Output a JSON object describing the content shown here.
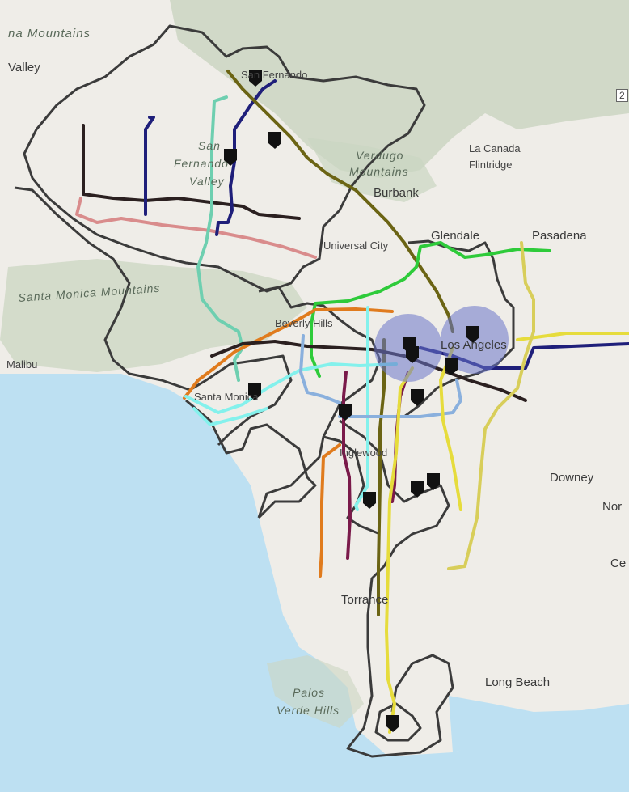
{
  "map": {
    "labels": {
      "mountains_nw": "na Mountains",
      "valley": "Valley",
      "san_fernando_city": "San Fernando",
      "san_fernando_valley_1": "San",
      "san_fernando_valley_2": "Fernando",
      "san_fernando_valley_3": "Valley",
      "verdugo_1": "Verdugo",
      "verdugo_2": "Mountains",
      "burbank": "Burbank",
      "la_canada_1": "La Canada",
      "la_canada_2": "Flintridge",
      "glendale": "Glendale",
      "pasadena": "Pasadena",
      "universal_city": "Universal City",
      "santa_monica_mtns": "Santa Monica Mountains",
      "beverly_hills": "Beverly Hills",
      "los_angeles": "Los Angeles",
      "malibu": "Malibu",
      "santa_monica": "Santa Monica",
      "inglewood": "Inglewood",
      "downey": "Downey",
      "norwalk_partial": "Nor",
      "cerritos_partial": "Ce",
      "torrance": "Torrance",
      "long_beach": "Long Beach",
      "palos_verdes_1": "Palos",
      "palos_verdes_2": "Verde Hills",
      "highway_shield": "2"
    },
    "colors": {
      "ocean": "#bde0f2",
      "land": "#efede8",
      "mountain": "#cbd5c2",
      "boundary": "#3b3b3b",
      "route_navy": "#1f1f7a",
      "route_black": "#2b2020",
      "route_rose": "#d98c8c",
      "route_teal": "#6ecfb0",
      "route_olive": "#6b6414",
      "route_green": "#2ecb3a",
      "route_orange": "#e07b1d",
      "route_lightblue": "#8ab0dd",
      "route_cyan": "#84f1ec",
      "route_purple": "#7a1a4a",
      "route_yellow": "#e6dc3c",
      "route_khaki": "#d8ce5a",
      "buffer_fill": "#6a74c9",
      "marker": "#111111"
    }
  }
}
